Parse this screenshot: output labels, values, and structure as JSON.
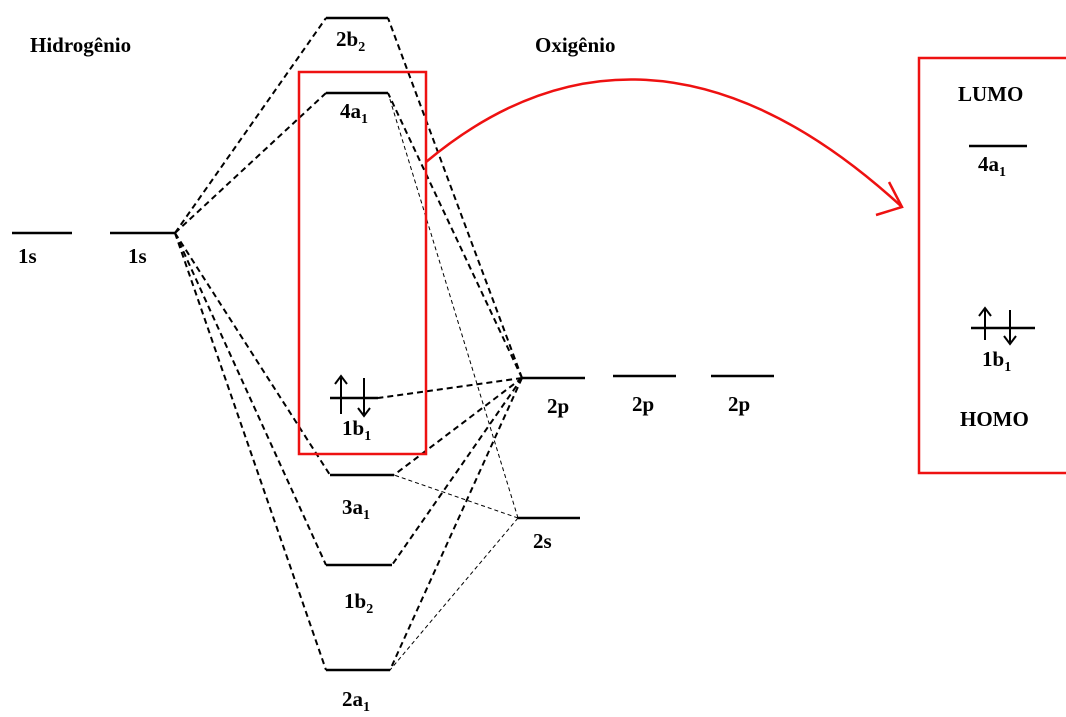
{
  "atoms": {
    "left": "Hidrogênio",
    "right": "Oxigênio"
  },
  "hydrogen_orbitals": [
    {
      "label": "1s"
    },
    {
      "label": "1s"
    }
  ],
  "oxygen_orbitals": [
    {
      "label": "2p"
    },
    {
      "label": "2p"
    },
    {
      "label": "2p"
    },
    {
      "label": "2s"
    }
  ],
  "molecular_orbitals": [
    {
      "main": "2b",
      "sub": "2"
    },
    {
      "main": "4a",
      "sub": "1"
    },
    {
      "main": "1b",
      "sub": "1"
    },
    {
      "main": "3a",
      "sub": "1"
    },
    {
      "main": "1b",
      "sub": "2"
    },
    {
      "main": "2a",
      "sub": "1"
    }
  ],
  "frontier_box": {
    "lumo_title": "LUMO",
    "lumo_orbital": {
      "main": "4a",
      "sub": "1"
    },
    "homo_orbital": {
      "main": "1b",
      "sub": "1"
    },
    "homo_title": "HOMO"
  },
  "colors": {
    "highlight": "#e11111"
  }
}
